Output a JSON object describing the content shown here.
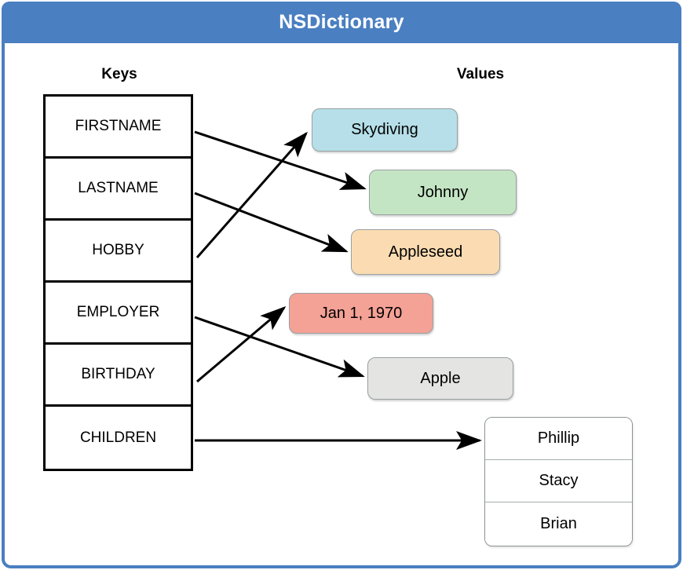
{
  "window": {
    "title": "NSDictionary"
  },
  "headings": {
    "keys": "Keys",
    "values": "Values"
  },
  "keys": [
    {
      "label": "FIRSTNAME"
    },
    {
      "label": "LASTNAME"
    },
    {
      "label": "HOBBY"
    },
    {
      "label": "EMPLOYER"
    },
    {
      "label": "BIRTHDAY"
    },
    {
      "label": "CHILDREN"
    }
  ],
  "values": [
    {
      "label": "Skydiving",
      "color": "#b6dfe9",
      "key": "HOBBY"
    },
    {
      "label": "Johnny",
      "color": "#c4e5c4",
      "key": "FIRSTNAME"
    },
    {
      "label": "Appleseed",
      "color": "#fbdcb2",
      "key": "LASTNAME"
    },
    {
      "label": "Jan 1, 1970",
      "color": "#f4a196",
      "key": "BIRTHDAY"
    },
    {
      "label": "Apple",
      "color": "#e4e4e2",
      "key": "EMPLOYER"
    }
  ],
  "children_list": {
    "key": "CHILDREN",
    "items": [
      {
        "label": "Phillip"
      },
      {
        "label": "Stacy"
      },
      {
        "label": "Brian"
      }
    ]
  },
  "colors": {
    "accent": "#4a7fc1",
    "title_text": "#ffffff",
    "background": "#ffffff",
    "key_border": "#000000",
    "arrow": "#000000"
  }
}
